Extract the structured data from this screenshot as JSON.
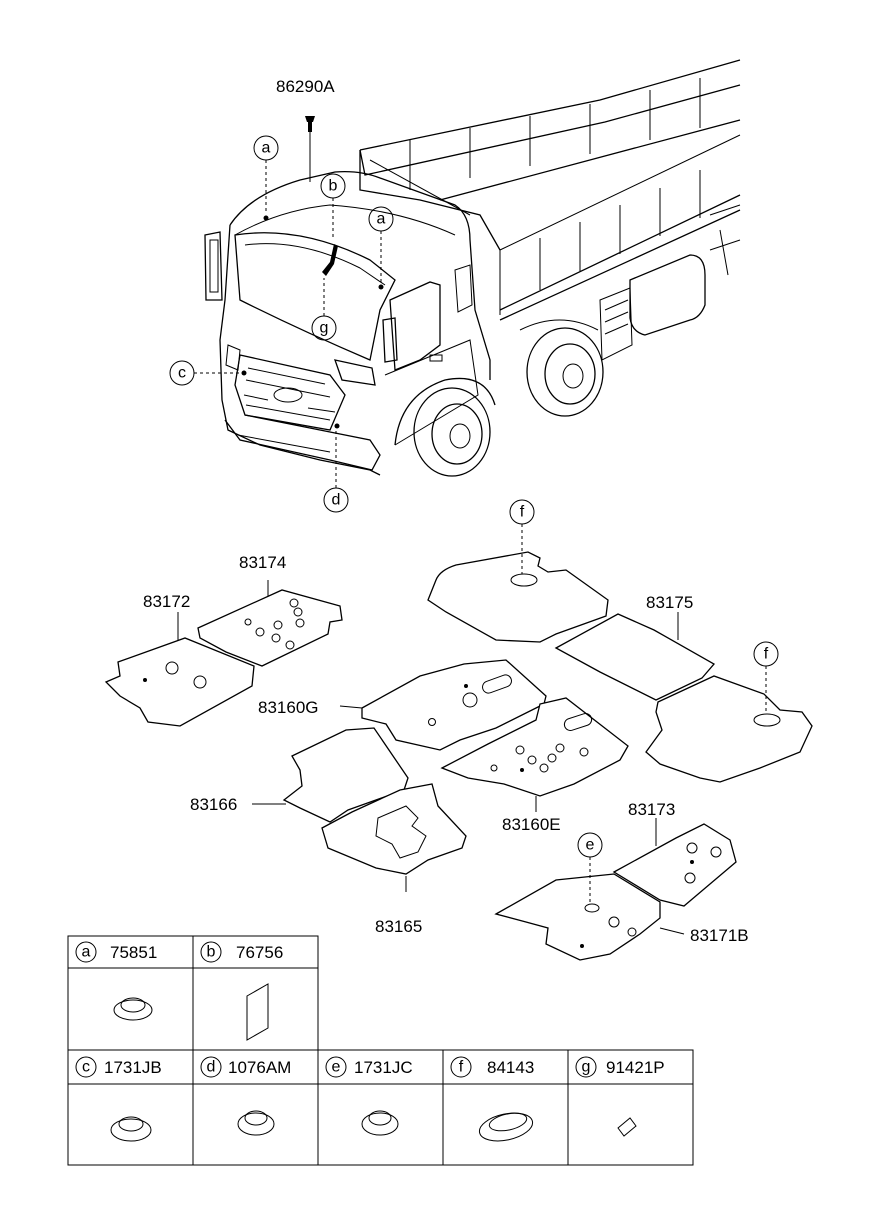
{
  "parts": {
    "roof_clip": "86290A",
    "mat_83174": "83174",
    "mat_83172": "83172",
    "mat_83175": "83175",
    "mat_83160G": "83160G",
    "mat_83166": "83166",
    "mat_83160E": "83160E",
    "mat_83173": "83173",
    "mat_83165": "83165",
    "mat_83171B": "83171B"
  },
  "callouts": {
    "a": "a",
    "b": "b",
    "c": "c",
    "d": "d",
    "e": "e",
    "f": "f",
    "g": "g"
  },
  "legend": {
    "a": {
      "letter": "a",
      "part": "75851"
    },
    "b": {
      "letter": "b",
      "part": "76756"
    },
    "c": {
      "letter": "c",
      "part": "1731JB"
    },
    "d": {
      "letter": "d",
      "part": "1076AM"
    },
    "e": {
      "letter": "e",
      "part": "1731JC"
    },
    "f": {
      "letter": "f",
      "part": "84143"
    },
    "g": {
      "letter": "g",
      "part": "91421P"
    }
  }
}
